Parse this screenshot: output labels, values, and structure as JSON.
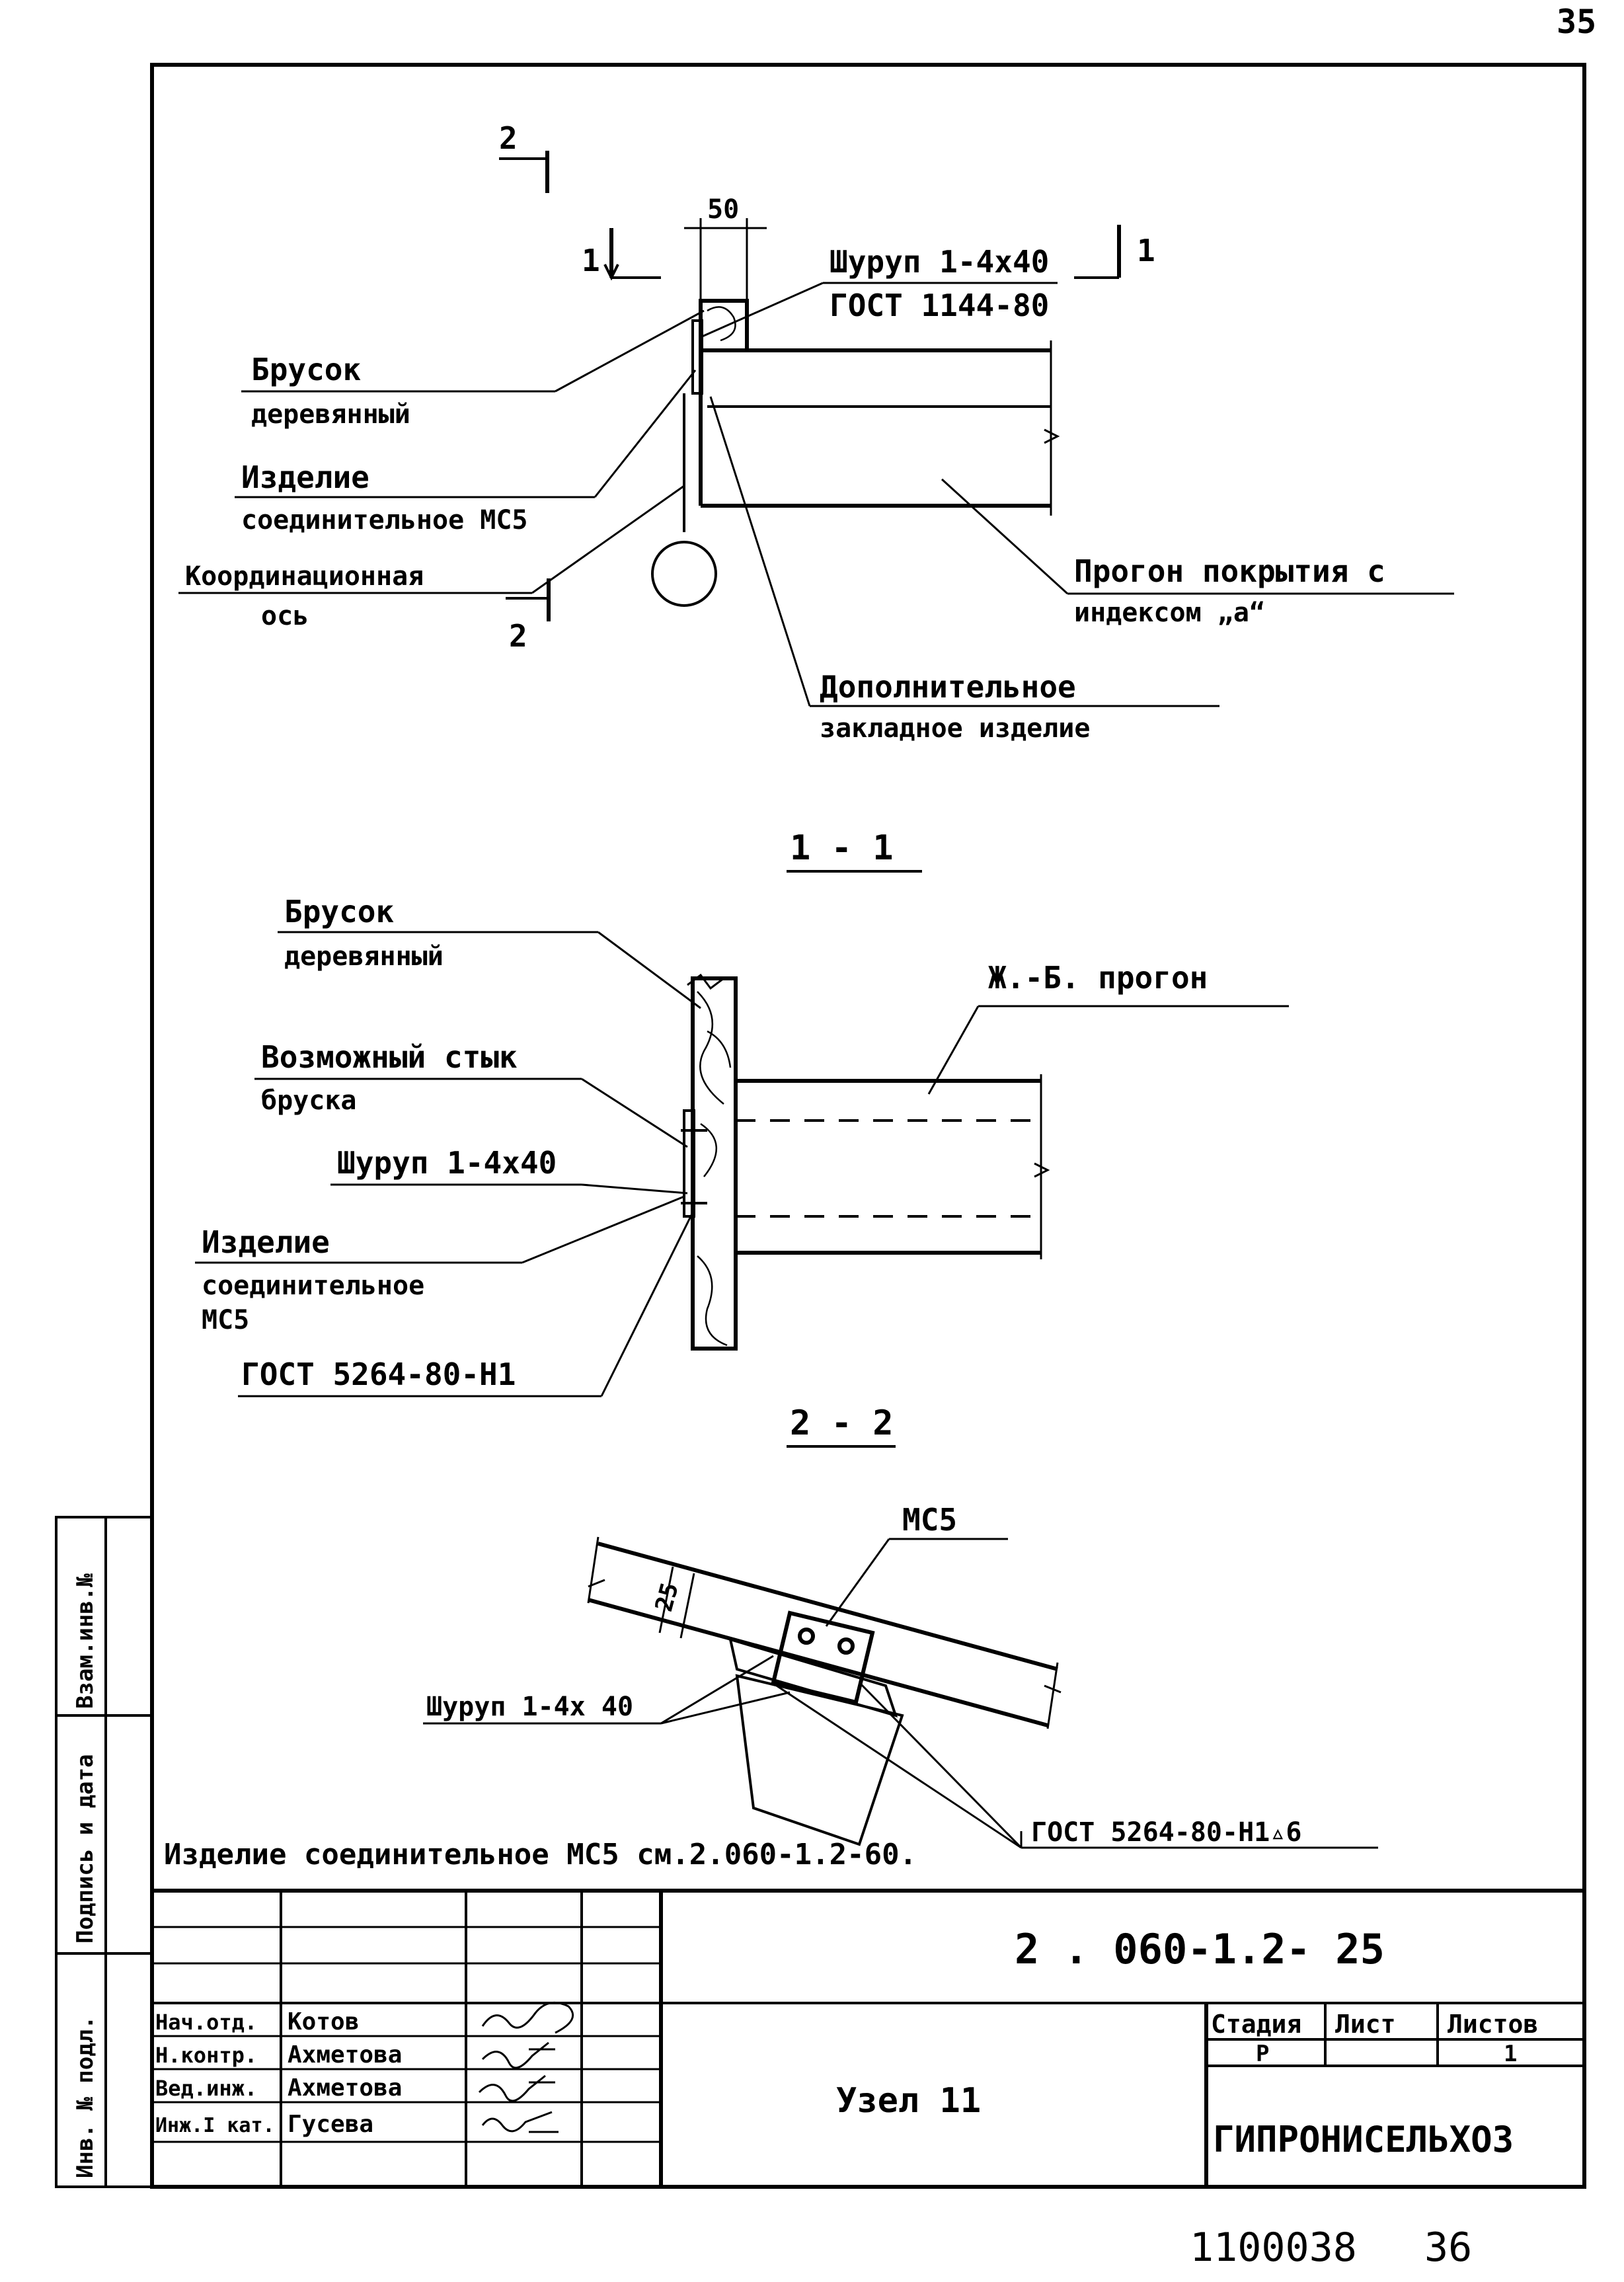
{
  "page": {
    "number_top": "35",
    "number_bottom_left": "1100038",
    "number_bottom_right": "36"
  },
  "plan": {
    "section_marker_2": "2",
    "section_marker_1": "1",
    "dim_50": "50",
    "screw_label": "Шуруп 1-4х40",
    "screw_gost": "ГОСТ 1144-80",
    "bar_label_1": "Брусок",
    "bar_label_2": "деревянный",
    "product_label_1": "Изделие",
    "product_label_2": "соединительное МС5",
    "axis_label_1": "Координационная",
    "axis_label_2": "ось",
    "purlin_label_1": "Прогон покрытия с",
    "purlin_label_2": "индексом „а“",
    "extra_label_1": "Дополнительное",
    "extra_label_2": "закладное изделие"
  },
  "section11": {
    "title": "1 - 1",
    "bar_label_1": "Брусок",
    "bar_label_2": "деревянный",
    "purlin_label": "Ж.-Б. прогон",
    "joint_label_1": "Возможный стык",
    "joint_label_2": "бруска",
    "screw_label": "Шуруп 1-4х40",
    "product_label_1": "Изделие",
    "product_label_2": "соединительное",
    "product_label_3": "МС5",
    "gost_label": "ГОСТ 5264-80-Н1"
  },
  "section22": {
    "title": "2 - 2",
    "mc5_label": "МС5",
    "dim_25": "25",
    "screw_label": "Шуруп 1-4х 40",
    "gost_label": "ГОСТ 5264-80-Н1▵6"
  },
  "note": "Изделие соединительное МС5 см.2.060-1.2-60.",
  "stamp": {
    "side_inv": "Инв. № подл.",
    "side_sign": "Подпись и дата",
    "side_vzam": "Взам.инв.№",
    "doc_code": "2 . 060-1.2- 25",
    "title": "Узел 11",
    "stage_header": "Стадия",
    "sheet_header": "Лист",
    "sheets_header": "Листов",
    "stage_value": "Р",
    "sheet_value": "",
    "sheets_value": "1",
    "organization": "ГИПРОНИСЕЛЬХОЗ",
    "roles": [
      {
        "role": "Нач.отд.",
        "name": "Котов"
      },
      {
        "role": "Н.контр.",
        "name": "Ахметова"
      },
      {
        "role": "Вед.инж.",
        "name": "Ахметова"
      },
      {
        "role": "Инж.I кат.",
        "name": "Гусева"
      }
    ]
  }
}
